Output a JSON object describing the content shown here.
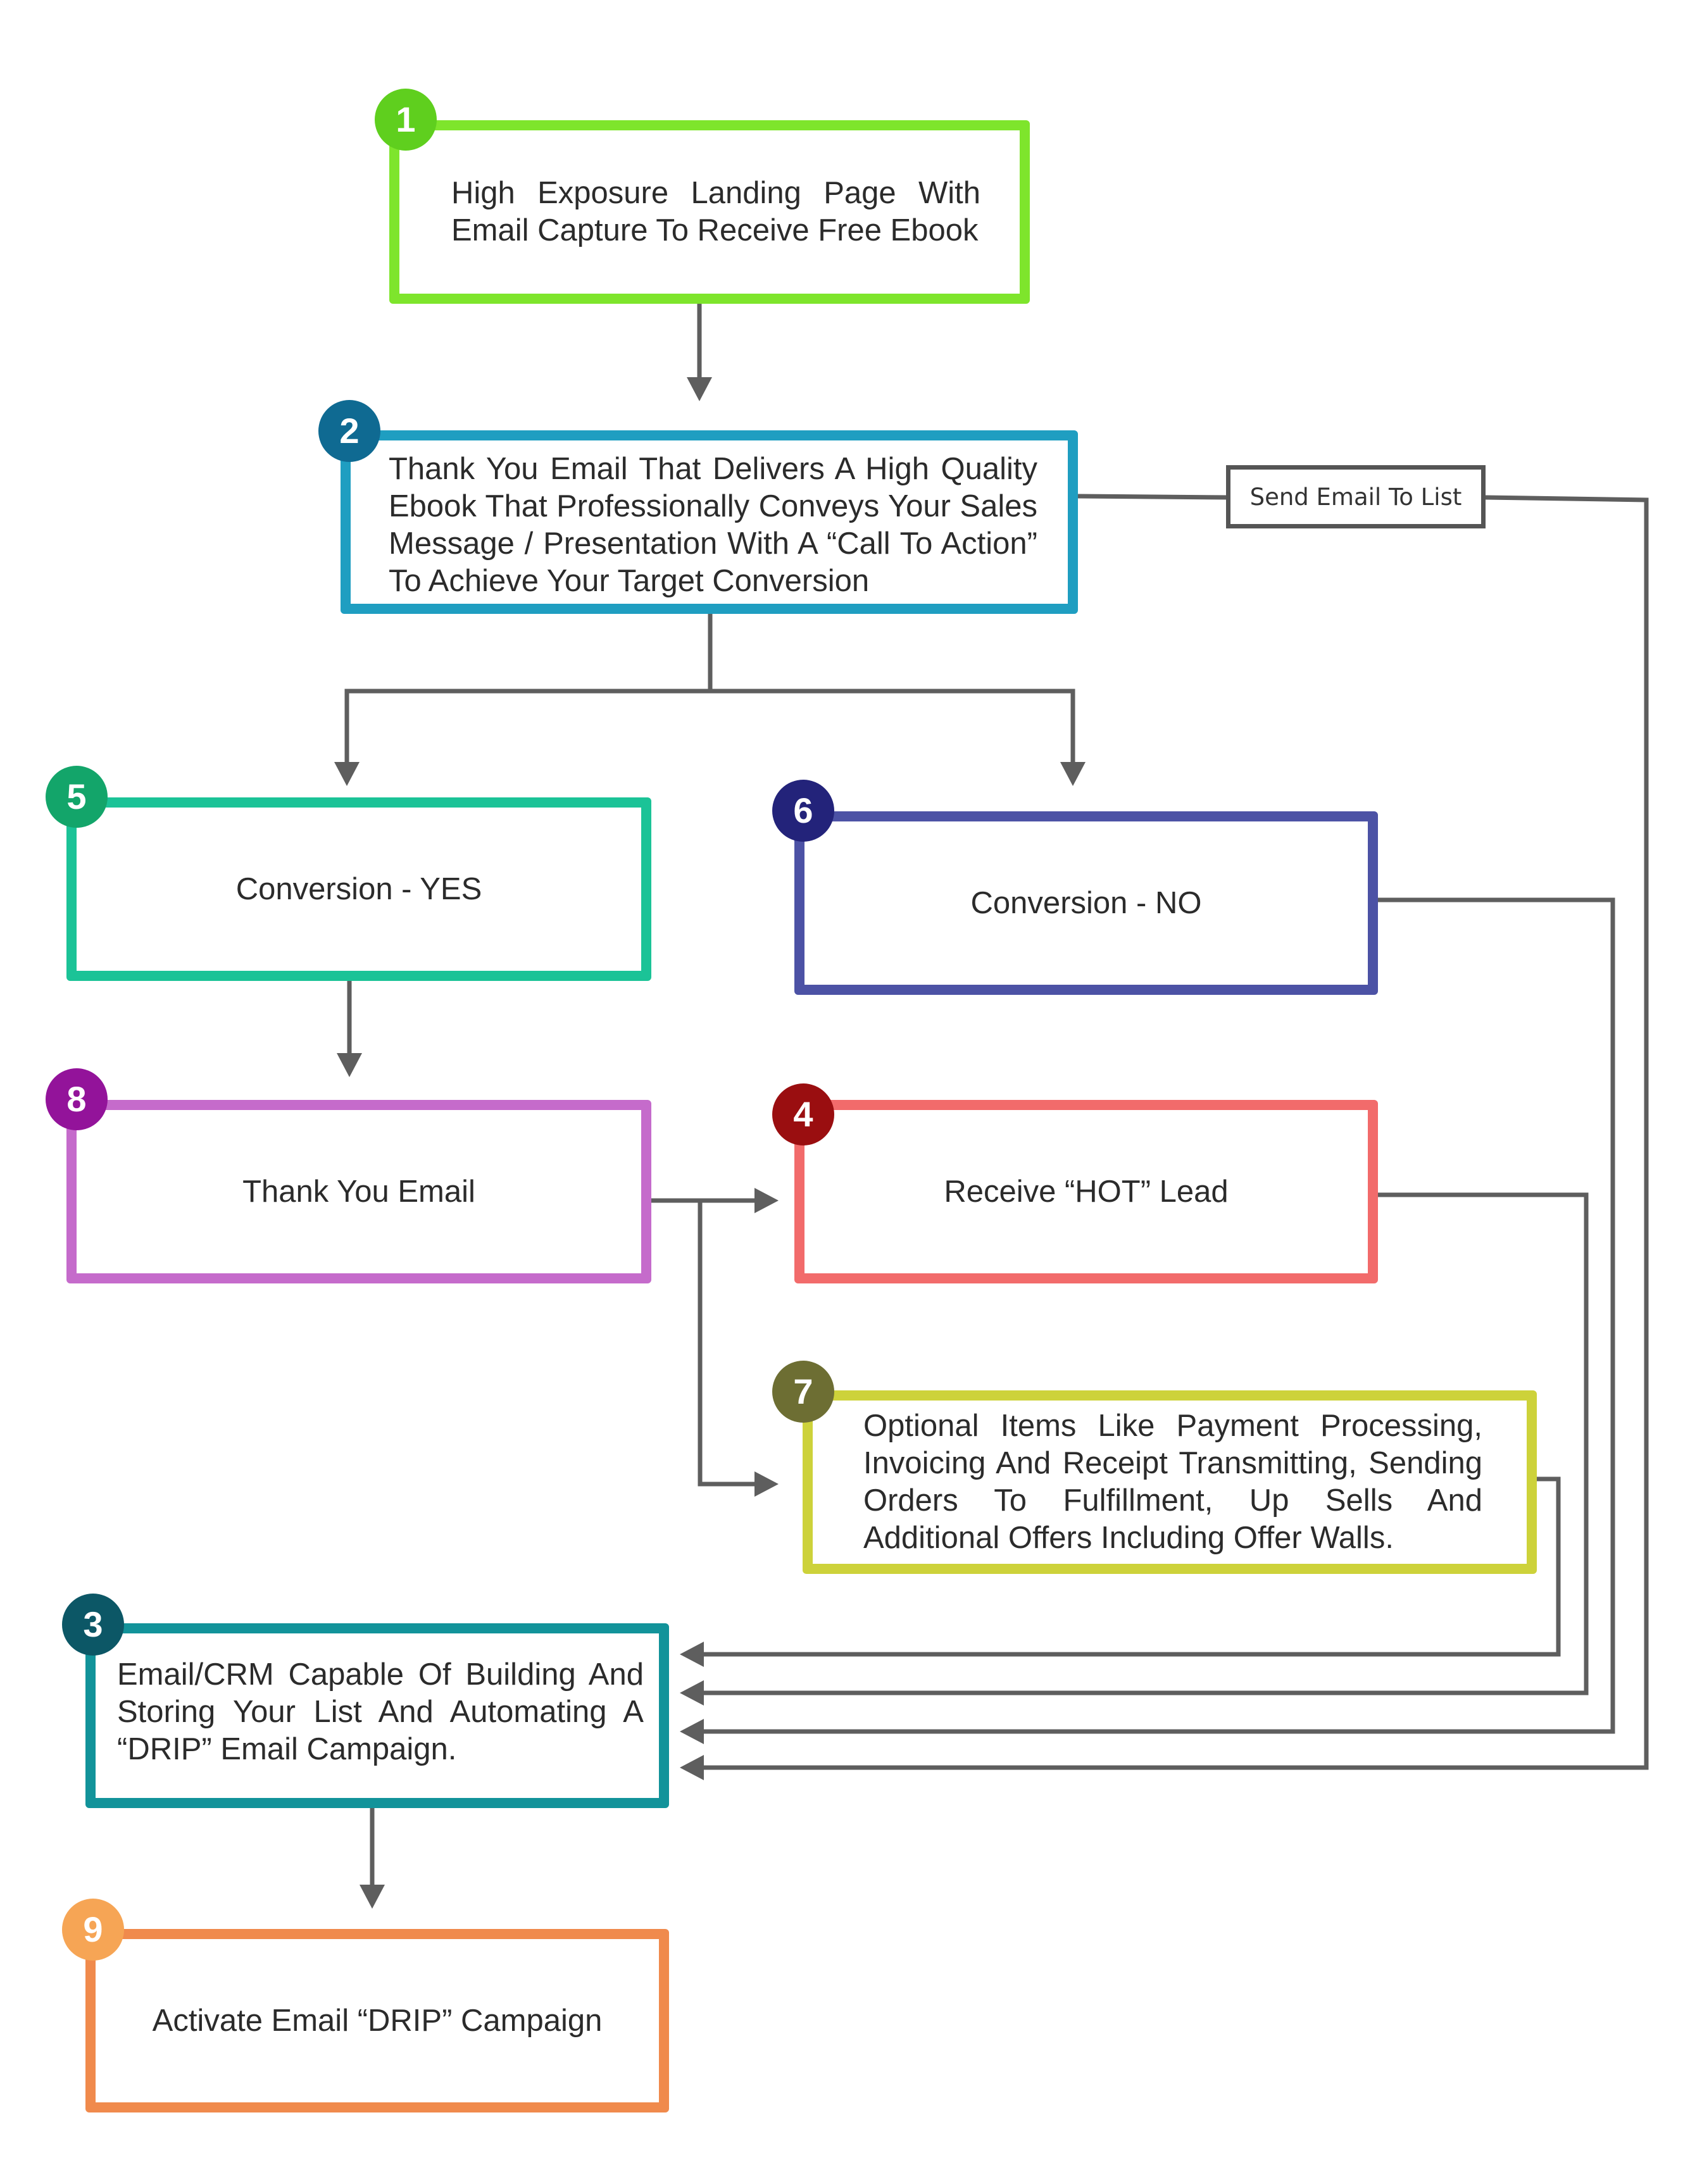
{
  "colors": {
    "step1": "#7ee52c",
    "step2": "#1f9ec1",
    "step3": "#12939a",
    "step4": "#f26b6b",
    "step5": "#1bc397",
    "step6": "#4c52a5",
    "step7": "#cdd23a",
    "step8": "#c56bcb",
    "step9": "#f08a4c",
    "badge1": "#5fcf1e",
    "badge2": "#0f6a92",
    "badge3": "#0c5766",
    "badge4": "#9a0e10",
    "badge5": "#13a56a",
    "badge6": "#23237a",
    "badge7": "#6d6e33",
    "badge8": "#93139a",
    "badge9": "#f6a555",
    "connector": "#5e5e5e"
  },
  "steps": [
    {
      "number": "1",
      "text": "High Exposure Landing Page With Email Capture To Receive Free Ebook"
    },
    {
      "number": "2",
      "text": "Thank You Email That Delivers A High Quality Ebook That Professionally Conveys Your Sales Message / Presentation With A “Call To Action” To Achieve Your Target Conversion"
    },
    {
      "number": "3",
      "text": "Email/CRM Capable Of Building And Storing Your List And Automating A “DRIP” Email Campaign."
    },
    {
      "number": "4",
      "text": "Receive “HOT” Lead"
    },
    {
      "number": "5",
      "text": "Conversion - YES"
    },
    {
      "number": "6",
      "text": "Conversion - NO"
    },
    {
      "number": "7",
      "text": "Optional Items Like Payment Processing, Invoicing And Receipt Transmitting, Sending Orders To Fulfillment, Up Sells And Additional Offers Including Offer Walls."
    },
    {
      "number": "8",
      "text": "Thank You Email"
    },
    {
      "number": "9",
      "text": "Activate Email “DRIP” Campaign"
    }
  ],
  "side_label": "Send Email To List"
}
